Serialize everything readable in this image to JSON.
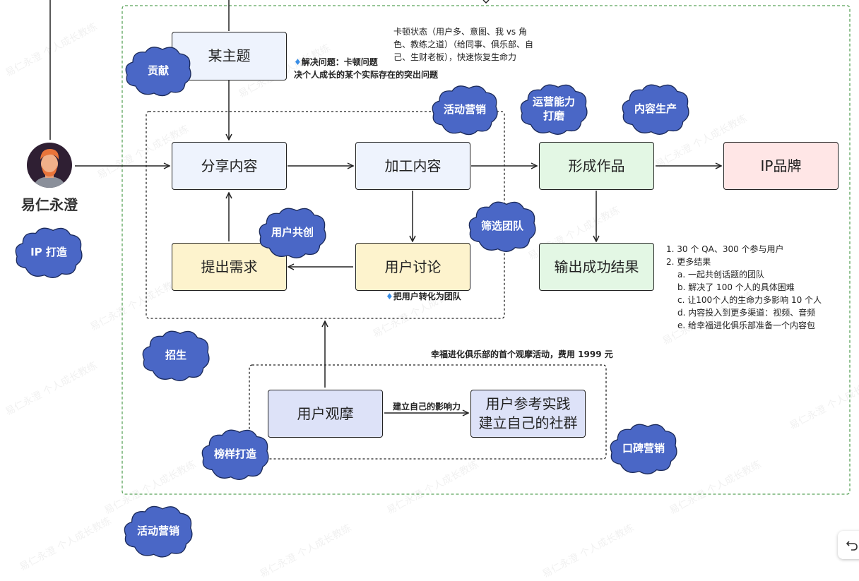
{
  "person": {
    "name": "易仁永澄"
  },
  "boxes": {
    "topic": "某主题",
    "share": "分享内容",
    "process": "加工内容",
    "work": "形成作品",
    "ip": "IP品牌",
    "demand": "提出需求",
    "discuss": "用户讨论",
    "output": "输出成功结果",
    "observe": "用户观摩",
    "practice_line1": "用户参考实践",
    "practice_line2": "建立自己的社群"
  },
  "clouds": {
    "contribute": "贡献",
    "ip_build": "IP 打造",
    "activity1": "活动营销",
    "ops_line1": "运营能力",
    "ops_line2": "打磨",
    "content": "内容生产",
    "cocreate": "用户共创",
    "filter": "筛选团队",
    "enroll": "招生",
    "rolemodel": "榜样打造",
    "wordofmouth": "口碑营销",
    "activity2": "活动营销"
  },
  "notes": {
    "stuck_line1": "卡顿状态（用户多、意图、我 vs 角",
    "stuck_line2": "色、教练之道）（给同事、俱乐部、自",
    "stuck_line3": "己、生财老板），快速恢复生命力",
    "solve_line1": "解决问题：卡顿问题",
    "solve_line2": "决个人成长的某个实际存在的突出问题",
    "team": "把用户转化为团队",
    "club": "幸福进化俱乐部的首个观摩活动，费用 1999 元",
    "influence": "建立自己的影响力",
    "results": [
      "1. 30 个 QA、300 个参与用户",
      "2. 更多结果",
      "a. 一起共创话题的团队",
      "b. 解决了 100 个人的具体困难",
      "c. 让100个人的生命力多影响 10 个人",
      "d. 内容投入到更多渠道：视频、音频",
      "e. 给幸福进化俱乐部准备一个内容包"
    ]
  },
  "watermark": "易仁永澄 个人成长教练",
  "colors": {
    "cloud": "#4a67c6",
    "green_border": "#5aa35a"
  }
}
